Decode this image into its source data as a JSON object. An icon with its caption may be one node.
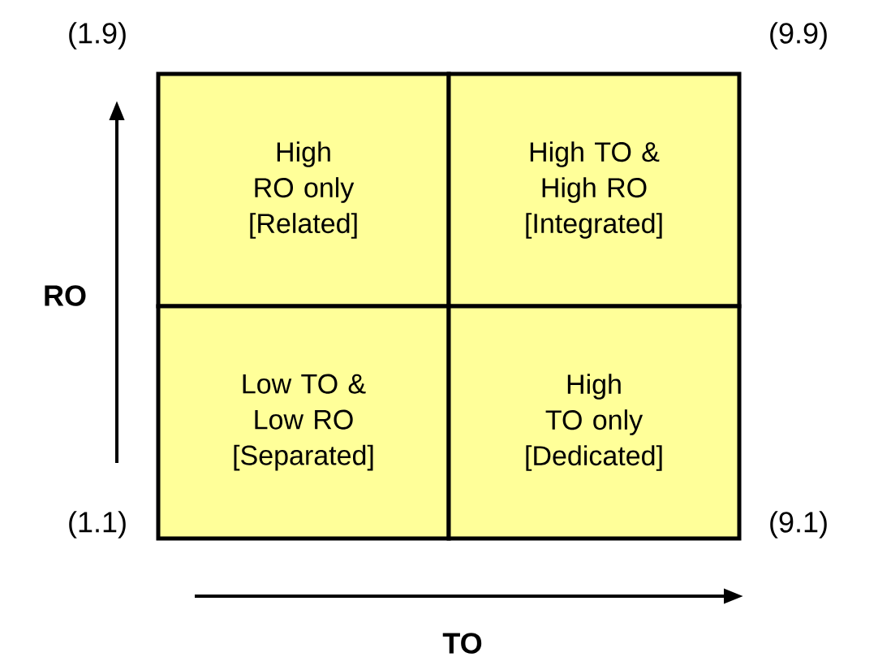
{
  "diagram": {
    "nodes": [
      {
        "text": [
          "High RO only [Related]"
        ]
      },
      {
        "text": [
          "High TO & High RO [Integrated]"
        ]
      },
      {
        "text": [
          "Low TO & Low RO [Separated]"
        ]
      },
      {
        "text": [
          "High TO only [Dedicated]"
        ]
      }
    ],
    "labels": [
      "(1.9)",
      "(9.9)",
      "RO",
      "(1.1)",
      "(9.1)",
      "TO"
    ]
  }
}
